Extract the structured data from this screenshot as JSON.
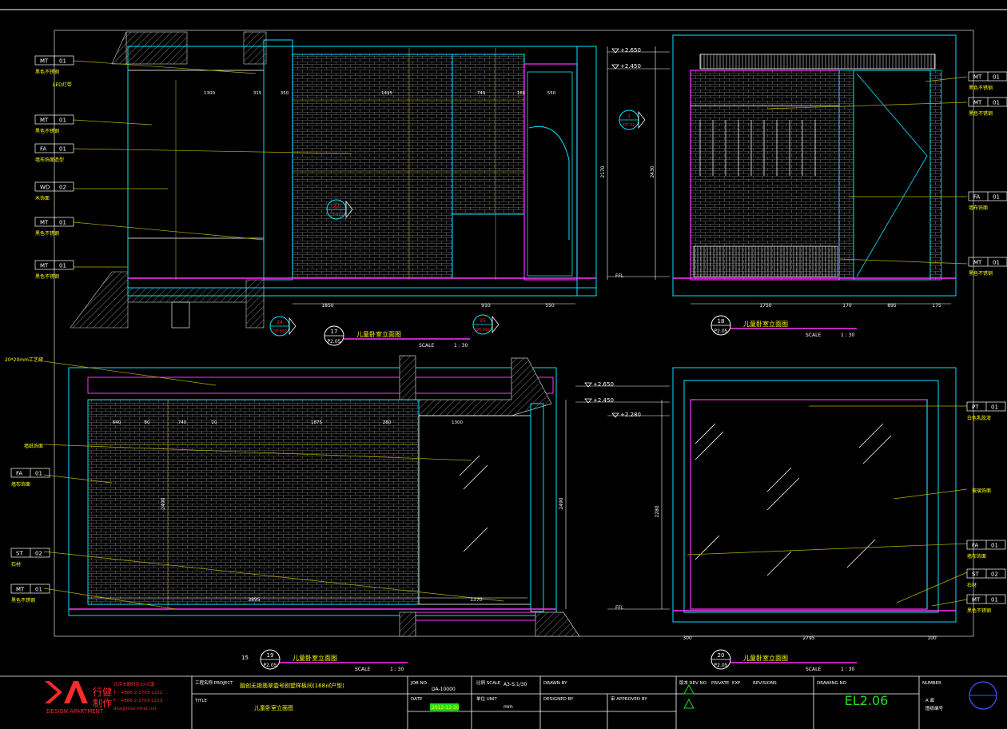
{
  "colors": {
    "bg": "#000000",
    "cyan": "#00e5ff",
    "white": "#ffffff",
    "yellow": "#ffff00",
    "magenta": "#ff33ff",
    "olive": "#b8b000",
    "grey": "#8a8a8a",
    "green": "#22dd22",
    "red": "#ff2a2a",
    "blue": "#3a5cff"
  },
  "elevation_levels": {
    "l2650": "+2.650",
    "l2450": "+2.450",
    "l2280": "+2.280",
    "ffl": "FFL"
  },
  "views": [
    {
      "num": "17",
      "sheet": "P2.05",
      "title": "儿童卧室立面图",
      "scale_label": "SCALE",
      "scale": "1 : 30"
    },
    {
      "num": "18",
      "sheet": "P2.05",
      "title": "儿童卧室立面图",
      "scale_label": "SCALE",
      "scale": "1 : 30"
    },
    {
      "num": "19",
      "sheet": "P2.05",
      "title": "儿童卧室立面图",
      "scale_label": "SCALE",
      "scale": "1 : 30",
      "prefix": "15"
    },
    {
      "num": "20",
      "sheet": "P2.05",
      "title": "儿童卧室立面图",
      "scale_label": "SCALE",
      "scale": "1 : 30"
    }
  ],
  "tags_left_top": [
    {
      "code": "MT",
      "num": "01",
      "note": "黑色不锈钢"
    },
    {
      "code": "",
      "num": "",
      "note": "LED灯带"
    },
    {
      "code": "MT",
      "num": "01",
      "note": "黑色不锈钢"
    },
    {
      "code": "FA",
      "num": "01",
      "note": "墙布饰面造型"
    },
    {
      "code": "WD",
      "num": "02",
      "note": "木饰面"
    },
    {
      "code": "MT",
      "num": "01",
      "note": "黑色不锈钢"
    },
    {
      "code": "MT",
      "num": "01",
      "note": "黑色不锈钢"
    }
  ],
  "tags_right_top": [
    {
      "code": "MT",
      "num": "01",
      "note": "黑色不锈钢"
    },
    {
      "code": "MT",
      "num": "01",
      "note": "黑色不锈钢"
    },
    {
      "code": "FA",
      "num": "01",
      "note": "墙布饰面"
    },
    {
      "code": "MT",
      "num": "01",
      "note": "黑色不锈钢"
    }
  ],
  "tags_left_bottom": [
    {
      "code": "",
      "num": "",
      "note": "20*20mm工艺缝"
    },
    {
      "code": "",
      "num": "",
      "note": "墙纸饰面"
    },
    {
      "code": "FA",
      "num": "01",
      "note": "墙布饰面"
    },
    {
      "code": "ST",
      "num": "02",
      "note": "石材"
    },
    {
      "code": "MT",
      "num": "01",
      "note": "黑色不锈钢"
    }
  ],
  "tags_right_bottom": [
    {
      "code": "PT",
      "num": "01",
      "note": "白色乳胶漆"
    },
    {
      "code": "",
      "num": "",
      "note": "玻璃饰面"
    },
    {
      "code": "FA",
      "num": "01",
      "note": "墙布饰面"
    },
    {
      "code": "ST",
      "num": "02",
      "note": "石材"
    },
    {
      "code": "MT",
      "num": "01",
      "note": "黑色不锈钢"
    }
  ],
  "section_bubbles": [
    {
      "num": "23",
      "sheet": "DT-302"
    },
    {
      "num": "24",
      "sheet": "DT-302"
    },
    {
      "num": "25",
      "sheet": "DT-302"
    },
    {
      "num": "1",
      "sheet": "DT-32"
    }
  ],
  "dims": {
    "v17_bottom": [
      "1850",
      "910",
      "550"
    ],
    "v17_top": [
      "1300",
      "315",
      "350",
      "1495",
      "740",
      "165",
      "550"
    ],
    "v17_height": "2170",
    "v18_bottom": [
      "1750",
      "170",
      "895",
      "175"
    ],
    "v18_height": "2430",
    "v19_top": [
      "640",
      "80",
      "740",
      "20",
      "1875",
      "280",
      "1300"
    ],
    "v19_bottom": [
      "3895",
      "1370"
    ],
    "v19_height": "2490",
    "v20_bottom": [
      "300",
      "2795",
      "100"
    ],
    "v20_height": "2280"
  },
  "title_block": {
    "company_cn": "行健",
    "company_cn2": "制作",
    "company_en": "DESIGN APARTMENT",
    "contact_lines": [
      "北京市朝阳区XX大厦",
      "T : +886-2-2703-1222",
      "F : +886-2-2703-1223",
      "dna@mso.hinet.net"
    ],
    "project_label": "工程名称 PROJECT",
    "project_name": "融创无锡翡翠壹号别墅样板间(168㎡户型)",
    "title_label": "TITLE",
    "title_value": "儿童卧室立面图",
    "job_no_label": "JOB NO",
    "job_no": "DA-10000",
    "date_label": "DATE",
    "date_value": "2012-12-20",
    "scale_label": "比例 SCALE",
    "scale_value": "A3-S:1/30",
    "unit_label": "单位 UNIT",
    "unit_value": "mm",
    "drawn_label": "DRAWN BY",
    "designed_label": "DESIGNED BY",
    "approved_label": "审 APPROVED BY",
    "rev_label": "版本 REV NO",
    "rev_items": [
      "PRIVATE",
      "EXF",
      "REVISIONS"
    ],
    "drawing_no_label": "DRAWING NO",
    "drawing_no": "EL2.06",
    "number_label": "NUMBER",
    "number_value1": "A 面",
    "number_value2": "图纸编号"
  }
}
